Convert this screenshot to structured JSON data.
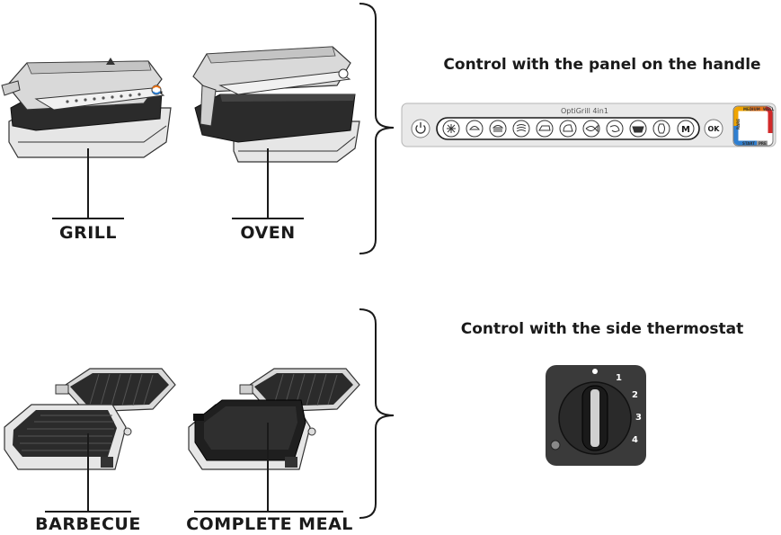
{
  "labels": {
    "grill": "GRILL",
    "oven": "OVEN",
    "barbecue": "BARBECUE",
    "complete_meal": "COMPLETE MEAL"
  },
  "headings": {
    "panel": "Control with the panel on the handle",
    "thermostat": "Control with the side thermostat"
  },
  "panel": {
    "brand": "OptiGrill 4in1",
    "ok": "OK",
    "manual": "M",
    "ring_labels": [
      "MEDIUM",
      "RARE",
      "WELL",
      "START",
      "PRE"
    ],
    "program_icons": [
      "snowflake-icon",
      "burger-icon",
      "sandwich-icon",
      "bacon-icon",
      "pork-icon",
      "poultry-icon",
      "fish-icon",
      "shellfish-icon",
      "red-meat-icon",
      "sausage-icon"
    ]
  },
  "thermostat": {
    "positions": [
      "1",
      "2",
      "3",
      "4"
    ]
  },
  "colors": {
    "ink": "#1a1a1a",
    "grill_body": "#d7d7d7",
    "plate": "#2b2b2b",
    "dial": "#3a3a3a",
    "ring_rare": "#f0a400",
    "ring_medium": "#e8741a",
    "ring_well": "#d22a2a",
    "ring_start": "#2f7fd1"
  }
}
